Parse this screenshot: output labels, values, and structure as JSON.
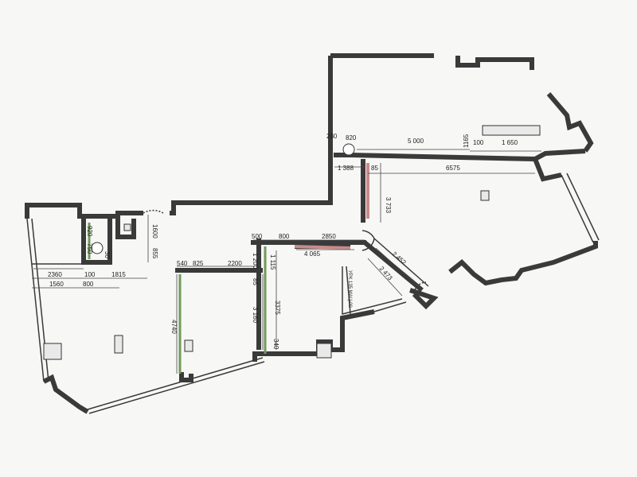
{
  "dimensions": {
    "d280": "280",
    "d820": "820",
    "d5000": "5 000",
    "d1165": "1165",
    "d100a": "100",
    "d1650": "1 650",
    "d1388": "1 388",
    "d85a": "85",
    "d6575": "6575",
    "d3733": "3 733",
    "d1600": "1600",
    "d855": "855",
    "d920": "920",
    "d750": "750",
    "d30": "30",
    "d500": "500",
    "d800a": "800",
    "d2850": "2850",
    "d4065": "4 065",
    "d2452": "2 452",
    "d2473": "2 473",
    "d540": "540",
    "d825": "825",
    "d2200": "2200",
    "d1200": "1 200",
    "d1115": "1 115",
    "d85b": "85",
    "d3375": "3375",
    "d3160": "3 160",
    "d2360": "2360",
    "d100b": "100",
    "d1815": "1815",
    "d1560": "1560",
    "d800b": "800",
    "d4740": "4740",
    "d340": "340"
  },
  "annotation": "УРК 135 МАЦ-00",
  "colors": {
    "wall": "#3a3a3a",
    "new_wall": "#c88b8b",
    "green_wall": "#6f9a5c"
  }
}
